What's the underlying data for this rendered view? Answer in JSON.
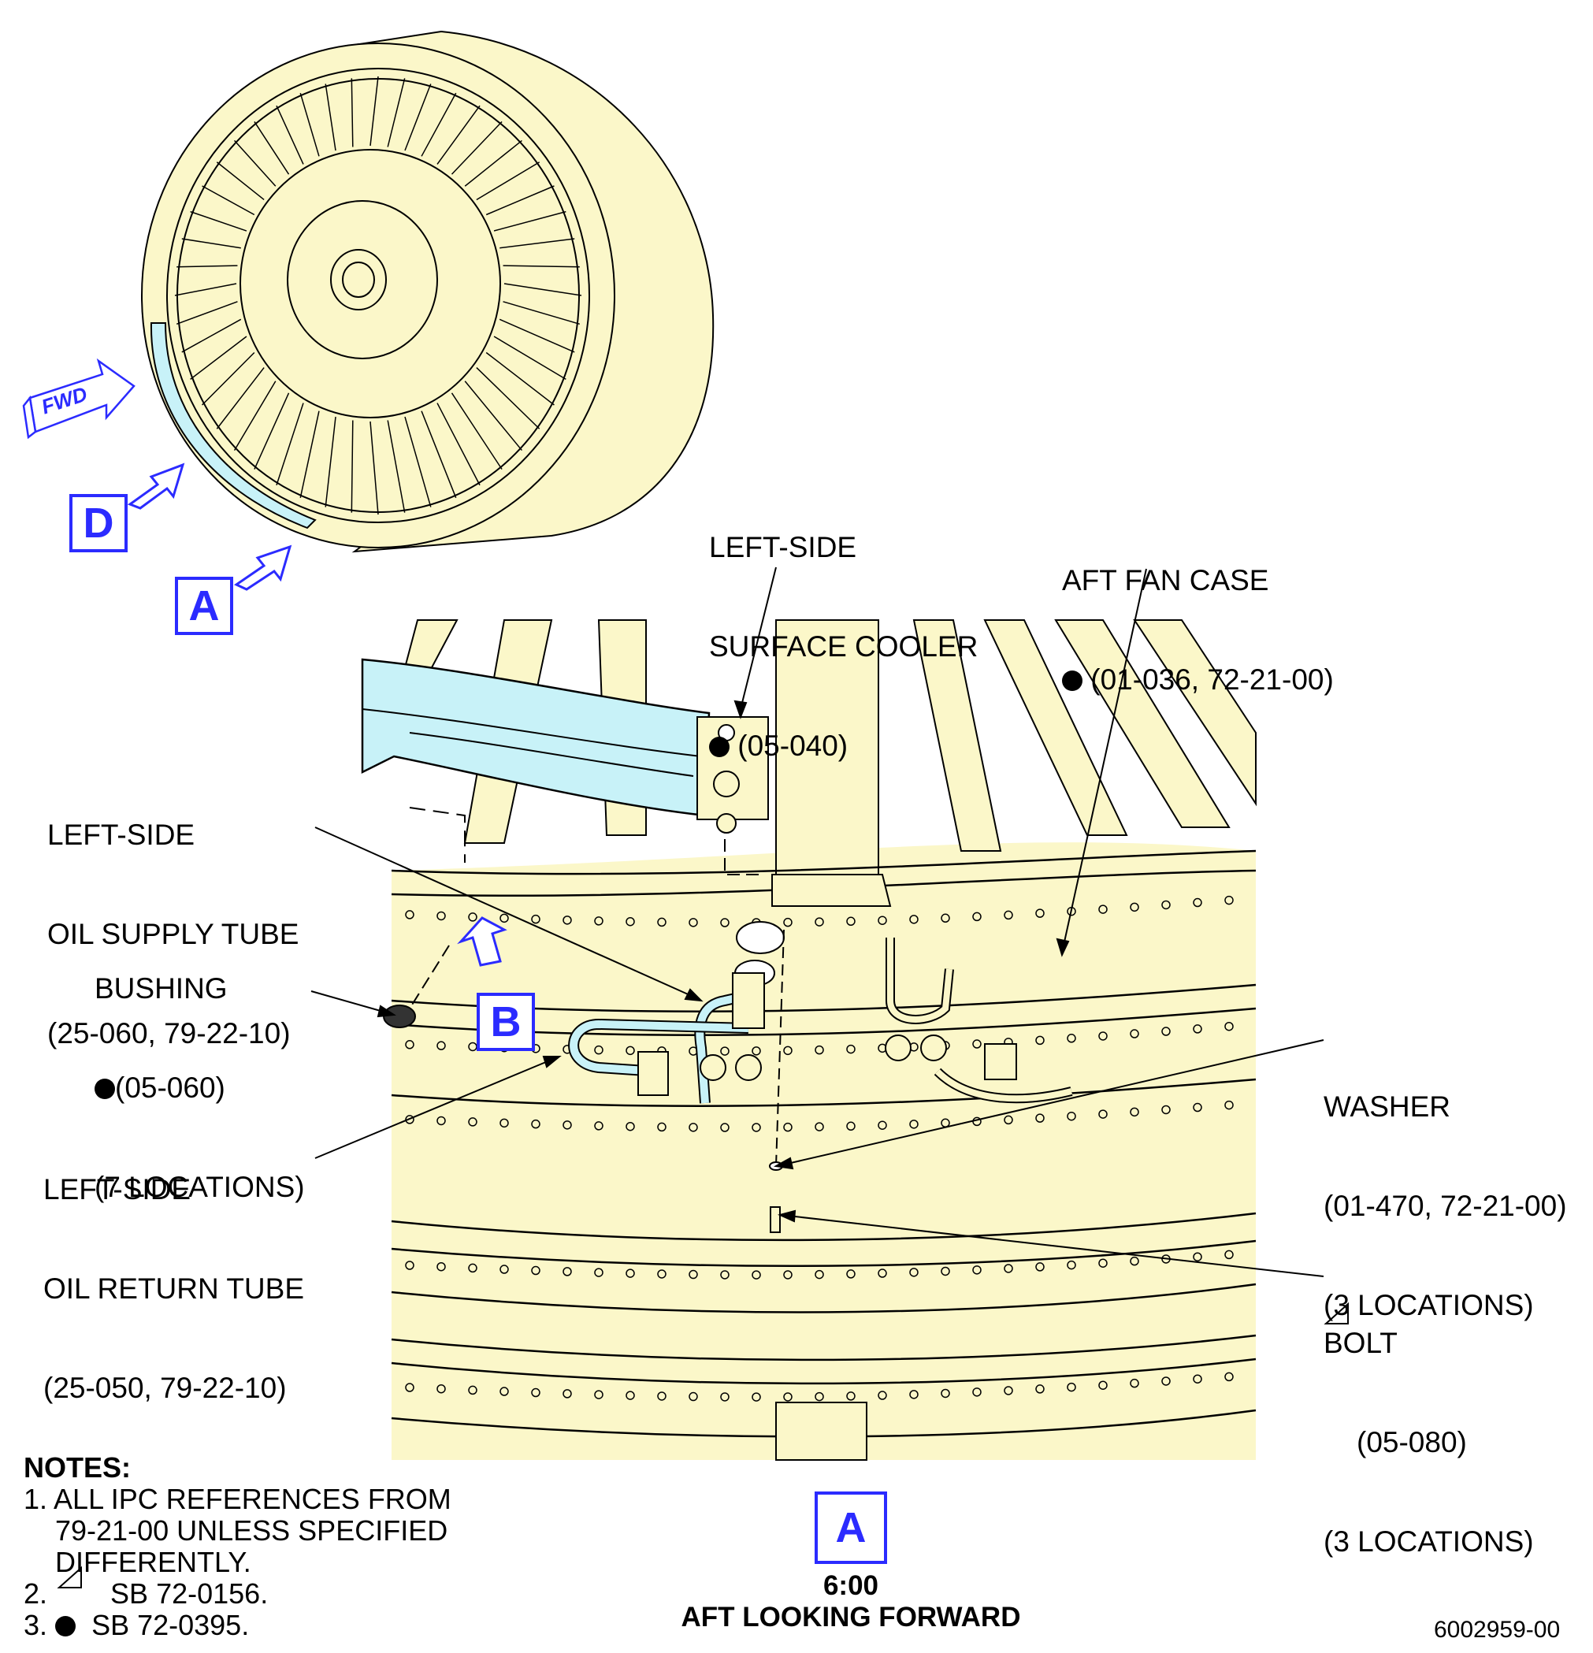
{
  "labels": {
    "surface_cooler": {
      "line1": "LEFT-SIDE",
      "line2": "SURFACE COOLER",
      "line3": "(05-040)"
    },
    "aft_fan_case": {
      "line1": "AFT FAN CASE",
      "line2": "(01-036, 72-21-00)"
    },
    "oil_supply": {
      "line1": "LEFT-SIDE",
      "line2": "OIL SUPPLY TUBE",
      "line3": "(25-060, 79-22-10)"
    },
    "bushing": {
      "line1": "BUSHING",
      "line2": "(05-060)",
      "line3": "(7 LOCATIONS)"
    },
    "oil_return": {
      "line1": "LEFT-SIDE",
      "line2": "OIL RETURN TUBE",
      "line3": "(25-050, 79-22-10)"
    },
    "washer": {
      "line1": "WASHER",
      "line2": "(01-470, 72-21-00)",
      "line3": "(3 LOCATIONS)"
    },
    "bolt": {
      "line1": "BOLT",
      "line2": "(05-080)",
      "line3": "(3 LOCATIONS)"
    }
  },
  "callouts": {
    "fwd": "FWD",
    "d": "D",
    "a_top": "A",
    "b": "B",
    "a_bottom": "A"
  },
  "notes": {
    "heading": "NOTES:",
    "n1a": "1. ALL IPC REFERENCES FROM",
    "n1b": "    79-21-00 UNLESS SPECIFIED",
    "n1c": "    DIFFERENTLY.",
    "n2": "SB 72-0156.",
    "n2_prefix": "2.",
    "n3": "SB 72-0395.",
    "n3_prefix": "3."
  },
  "caption": {
    "line1": "6:00",
    "line2": "AFT LOOKING FORWARD"
  },
  "figure_number": "6002959-00",
  "colors": {
    "part_fill": "#fbf7c9",
    "highlight": "#c8f2f8",
    "callout": "#2b2bff",
    "line": "#000000"
  }
}
